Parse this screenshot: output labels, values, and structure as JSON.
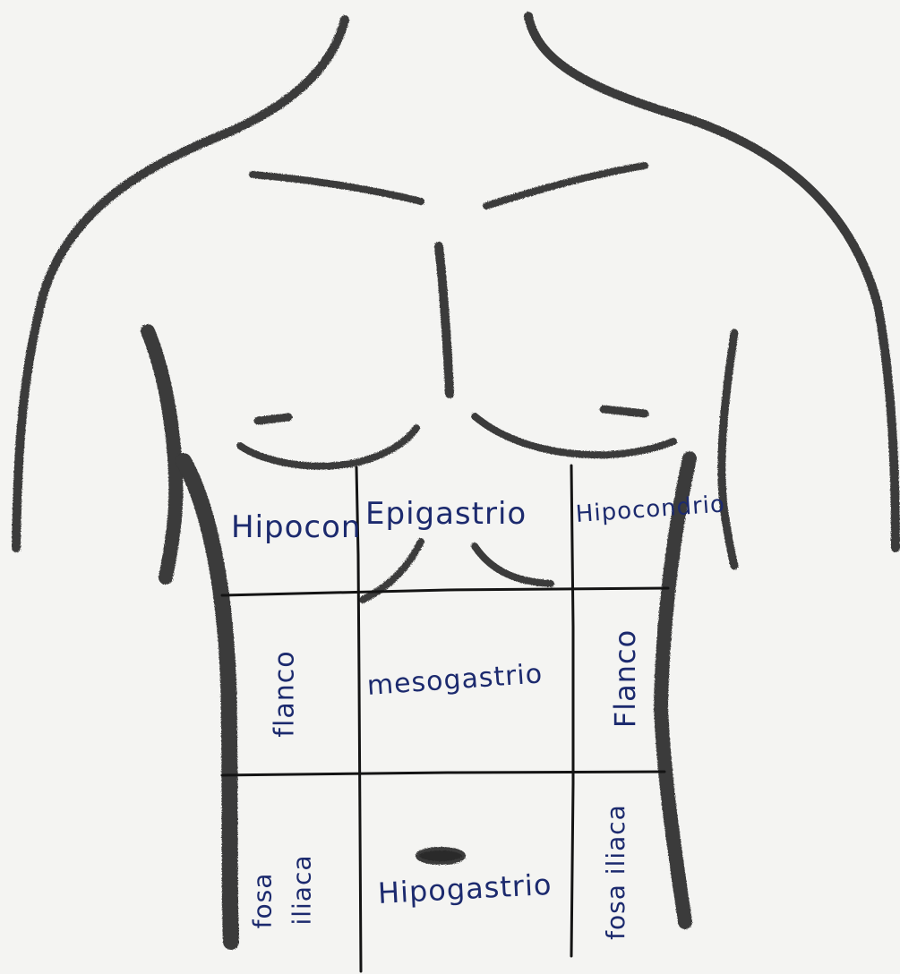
{
  "colors": {
    "paper": "#f4f4f2",
    "pencil": "#3a3a3a",
    "ink": "#1c2a6e",
    "grid_line": "#141414"
  },
  "regions": {
    "hipocondrio_derecho": "Hipocon",
    "epigastrio": "Epigastrio",
    "hipocondrio_izquierdo": "Hipocondrio",
    "flanco_derecho": "flanco",
    "mesogastrio": "mesogastrio",
    "flanco_izquierdo": "Flanco",
    "fosa_iliaca_derecha_line1": "fosa",
    "fosa_iliaca_derecha_line2": "iliaca",
    "hipogastrio": "Hipogastrio",
    "fosa_iliaca_izquierda": "fosa iliaca"
  }
}
